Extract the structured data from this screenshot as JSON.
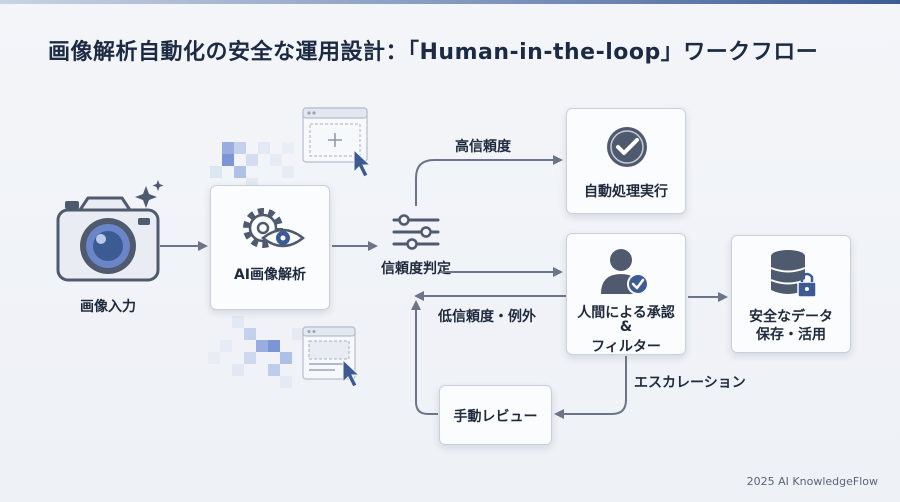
{
  "title": "画像解析自動化の安全な運用設計：「Human-in-the-loop」ワークフロー",
  "nodes": {
    "input": "画像入力",
    "ai_analysis": "AI画像解析",
    "confidence_check": "信頼度判定",
    "auto_process": "自動処理実行",
    "human_approval_line1": "人間による承認",
    "human_approval_line2": "&",
    "human_approval_line3": "フィルター",
    "secure_data_line1": "安全なデータ",
    "secure_data_line2": "保存・活用",
    "manual_review": "手動レビュー"
  },
  "edges": {
    "high_confidence": "高信頼度",
    "low_confidence": "低信頼度・例外",
    "escalation": "エスカレーション"
  },
  "footer": "2025 AI KnowledgeFlow",
  "icons": [
    "camera-icon",
    "sparkle-icon",
    "gear-eye-icon",
    "sliders-icon",
    "check-badge-icon",
    "user-check-icon",
    "database-lock-icon",
    "browser-window-icon",
    "cursor-icon"
  ],
  "colors": {
    "accent": "#3c5b93",
    "icon_dark": "#4f5a6e",
    "arrow": "#6c7587",
    "pixel_blue": "#8fa6db"
  }
}
